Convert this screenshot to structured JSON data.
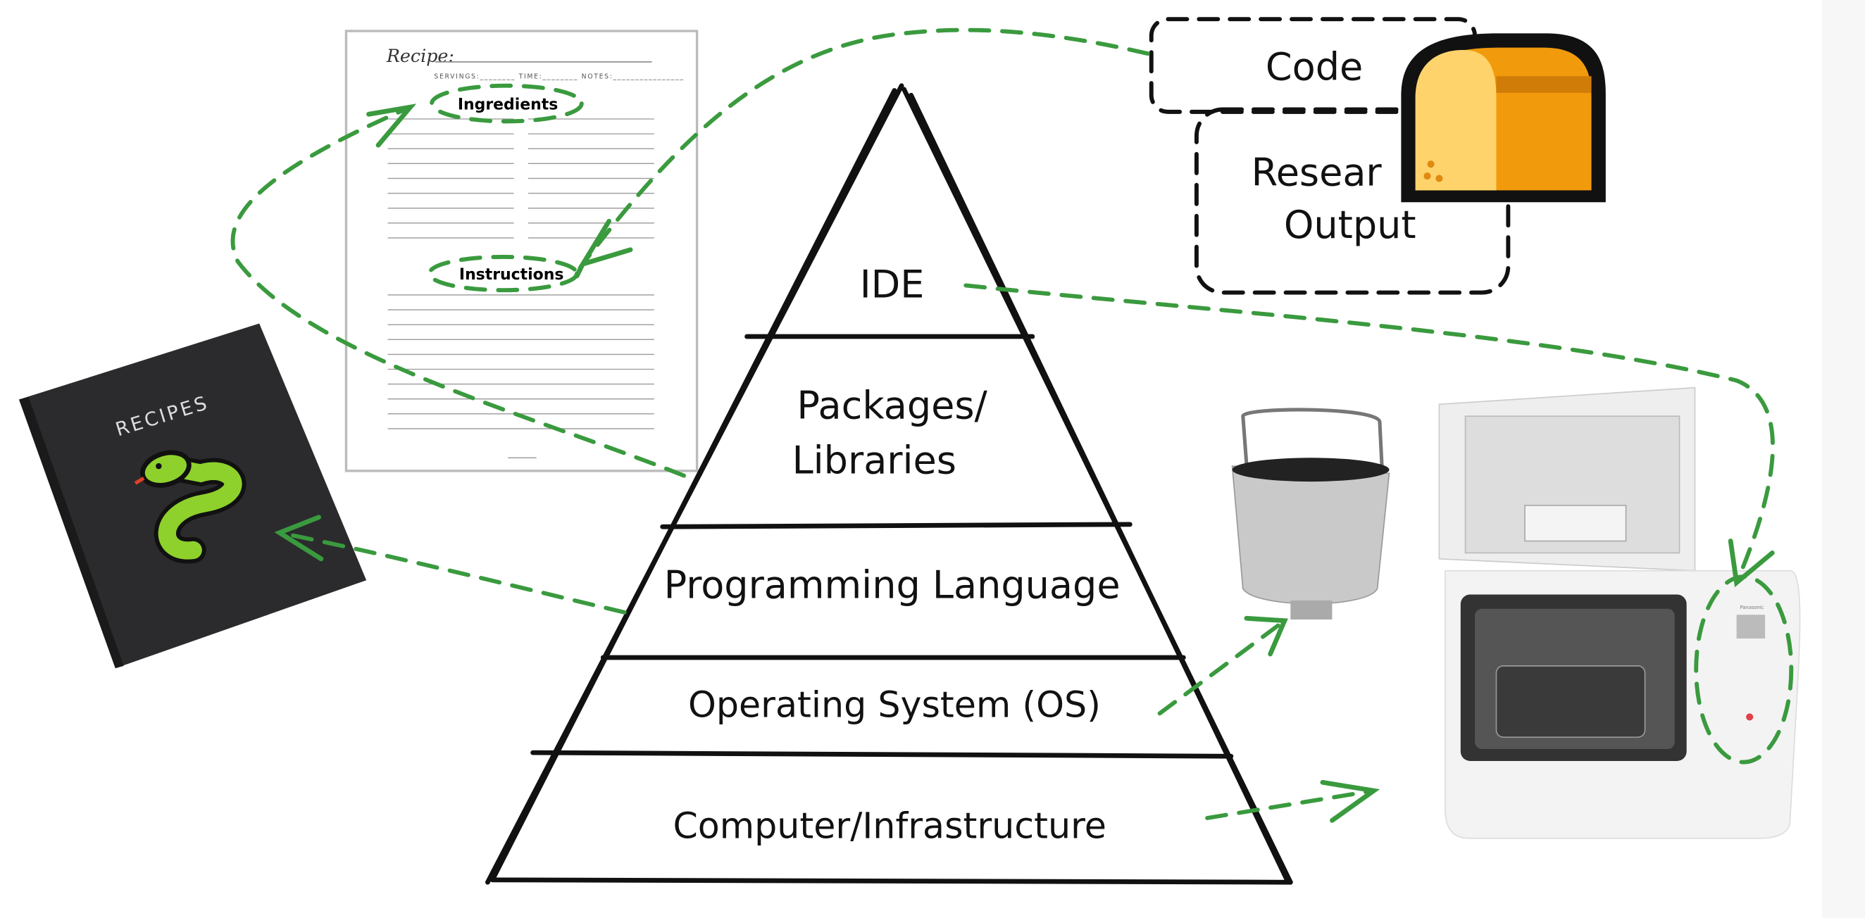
{
  "pyramid": {
    "levels": [
      {
        "label_lines": [
          "IDE"
        ]
      },
      {
        "label_lines": [
          "Packages/",
          "Libraries"
        ]
      },
      {
        "label_lines": [
          "Programming Language"
        ]
      },
      {
        "label_lines": [
          "Operating System (OS)"
        ]
      },
      {
        "label_lines": [
          "Computer/Infrastructure"
        ]
      }
    ]
  },
  "outputs": {
    "code": "Code",
    "research_line1": "Resear",
    "research_line2": "Output"
  },
  "recipe_sheet": {
    "title": "Recipe:",
    "fields": "SERVINGS:________ TIME:________ NOTES:________________",
    "ingredients": "Ingredients",
    "instructions": "Instructions"
  },
  "book": {
    "title": "RECIPES"
  },
  "machine": {
    "brand": "Panasonic"
  },
  "colors": {
    "arrow": "#3a9a3e",
    "book": "#2b2b2d",
    "bread_crust": "#e8900a",
    "bread_light": "#ffd36b"
  }
}
